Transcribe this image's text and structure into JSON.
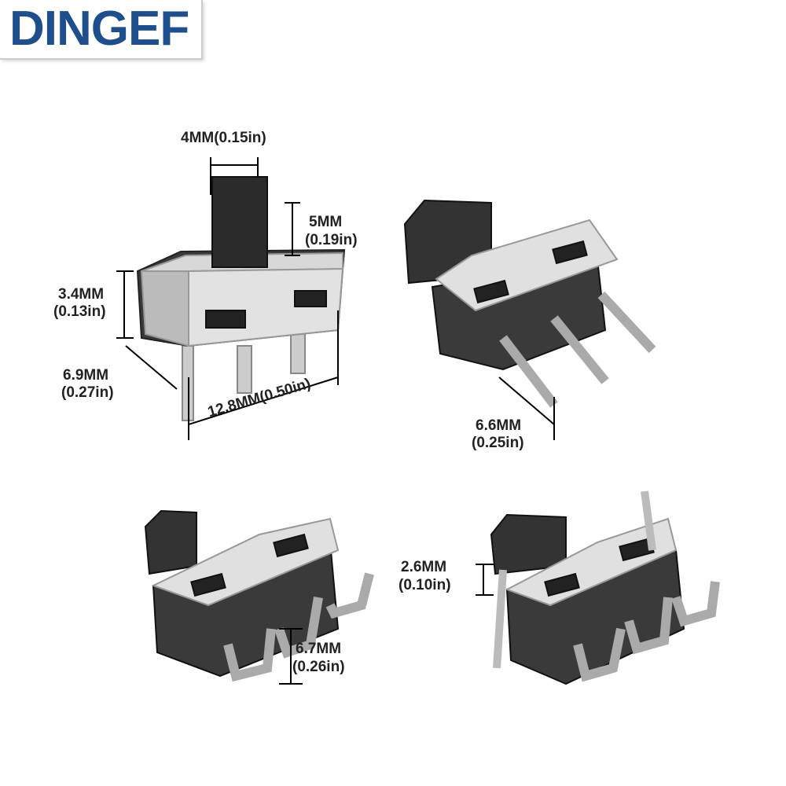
{
  "brand": {
    "logo_text": "DINGEF",
    "color": "#1f4e8c"
  },
  "dimensions": {
    "actuator_width": "4MM(0.15in)",
    "actuator_height_mm": "5MM",
    "actuator_height_in": "(0.19in)",
    "body_height_mm": "3.4MM",
    "body_height_in": "(0.13in)",
    "body_depth_mm": "6.9MM",
    "body_depth_in": "(0.27in)",
    "body_length": "12.8MM(0.50in)",
    "pin_length_mm": "6.6MM",
    "pin_length_in": "(0.25in)",
    "bent_pin_mm": "6.7MM",
    "bent_pin_in": "(0.26in)",
    "bracket_mm": "2.6MM",
    "bracket_in": "(0.10in)"
  }
}
